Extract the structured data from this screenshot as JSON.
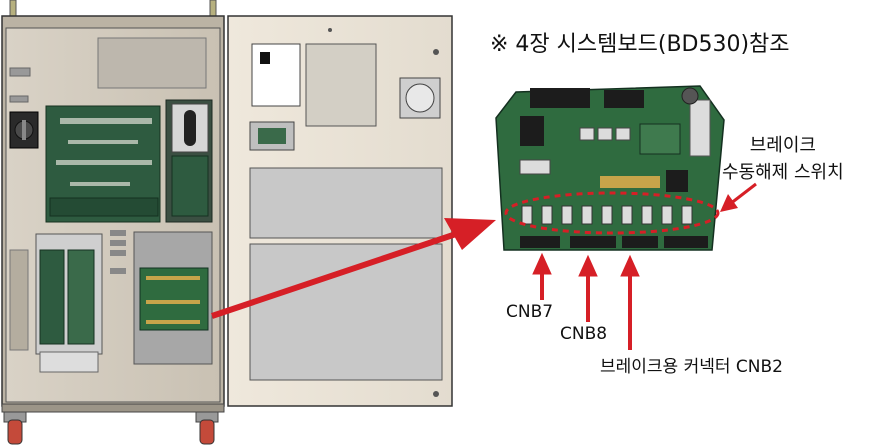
{
  "title": "※ 4장 시스템보드(BD530)참조",
  "labels": {
    "brake_switch_line1": "브레이크",
    "brake_switch_line2": "수동해제 스위치",
    "cnb7": "CNB7",
    "cnb8": "CNB8",
    "brake_connector": "브레이크용 커넥터 CNB2"
  },
  "colors": {
    "arrow": "#d61f26",
    "cabinet": "#e4ddd1",
    "board": "#2f6b3f"
  }
}
